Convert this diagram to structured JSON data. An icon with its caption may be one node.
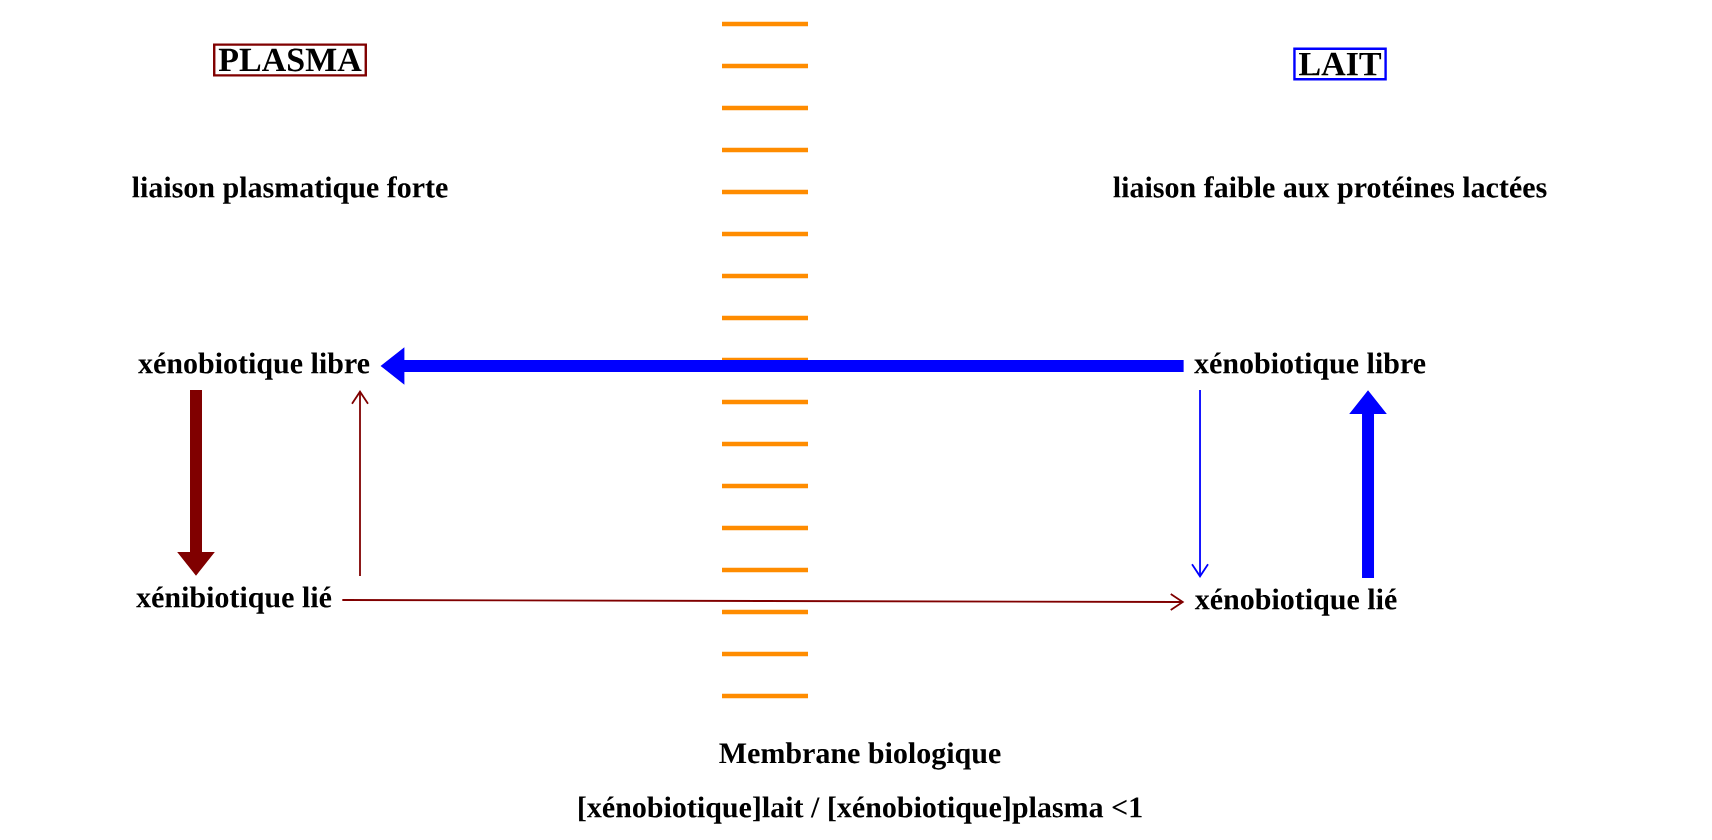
{
  "diagram": {
    "nodes": [
      {
        "text": [
          "PLASMA"
        ]
      },
      {
        "text": [
          "LAIT"
        ]
      },
      {
        "text": [
          "xénobiotique libre"
        ]
      },
      {
        "text": [
          "xénibiotique lié"
        ]
      },
      {
        "text": [
          "xénobiotique libre"
        ]
      },
      {
        "text": [
          "xénobiotique lié"
        ]
      }
    ],
    "edges": [
      {
        "from": 4,
        "to": 2,
        "arrow": "to",
        "style": "thick",
        "color": "#0000ff"
      },
      {
        "from": 2,
        "to": 3,
        "arrow": "to",
        "style": "thick",
        "color": "#800000"
      },
      {
        "from": 3,
        "to": 2,
        "arrow": "to",
        "color": "#800000"
      },
      {
        "from": 3,
        "to": 5,
        "arrow": "to",
        "color": "#800000"
      },
      {
        "from": 4,
        "to": 5,
        "arrow": "to",
        "color": "#0000ff"
      },
      {
        "from": 5,
        "to": 4,
        "arrow": "to",
        "style": "thick",
        "color": "#0000ff"
      }
    ],
    "labels": [
      "liaison plasmatique forte",
      "liaison faible aux protéines lactées",
      "Membrane biologique",
      "[xénobiotique]lait / [xénobiotique]plasma <1"
    ]
  }
}
